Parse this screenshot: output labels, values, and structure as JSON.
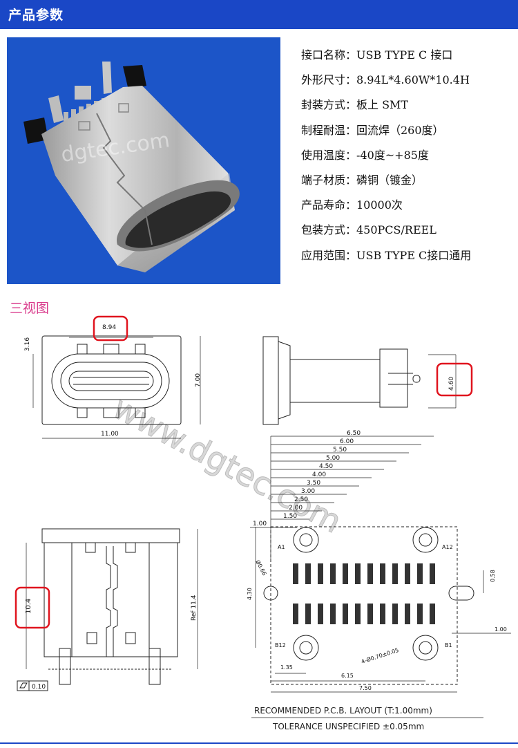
{
  "header": {
    "title": "产品参数"
  },
  "photo": {
    "watermark": "dgtec.com"
  },
  "specs": [
    "接口名称：USB TYPE C 接口",
    "外形尺寸：8.94L*4.60W*10.4H",
    "封装方式：板上 SMT",
    "制程耐温：回流焊（260度）",
    "使用温度：-40度~+85度",
    "端子材质：磷铜（镀金）",
    "产品寿命：10000次",
    "包装方式：450PCS/REEL",
    "应用范围：USB TYPE C接口通用"
  ],
  "section": {
    "title": "三视图"
  },
  "drawing": {
    "watermark": "www.dgtec.com",
    "front": {
      "width": "8.94",
      "depth": "3.16",
      "height": "7.00",
      "total": "11.00"
    },
    "side": {
      "thickness": "4.60"
    },
    "elevation": {
      "height": "10.4",
      "ref": "Ref 11.4",
      "flatness": "0.10"
    },
    "layout": {
      "dims": [
        "6.50",
        "6.00",
        "5.50",
        "5.00",
        "4.50",
        "4.00",
        "3.50",
        "3.00",
        "2.50",
        "2.00",
        "1.50",
        "1.00"
      ],
      "a1": "A1",
      "a12": "A12",
      "b12": "B12",
      "b1": "B1",
      "hole_dia": "Ø0.66",
      "height": "4.30",
      "pitch": "0.58",
      "right_dim": "1.00",
      "bottom_135": "1.35",
      "bottom_615": "6.15",
      "bottom_750": "7.50",
      "hole_note": "4-Ø0.70±0.05",
      "caption1": "RECOMMENDED    P.C.B.  LAYOUT  (T:1.00mm)",
      "caption2": "TOLERANCE  UNSPECIFIED  ±0.05mm"
    }
  },
  "colors": {
    "header": "#1a47c6",
    "photo_bg": "#1c55c8",
    "highlight": "#e0141e",
    "section": "#d93c8c"
  }
}
